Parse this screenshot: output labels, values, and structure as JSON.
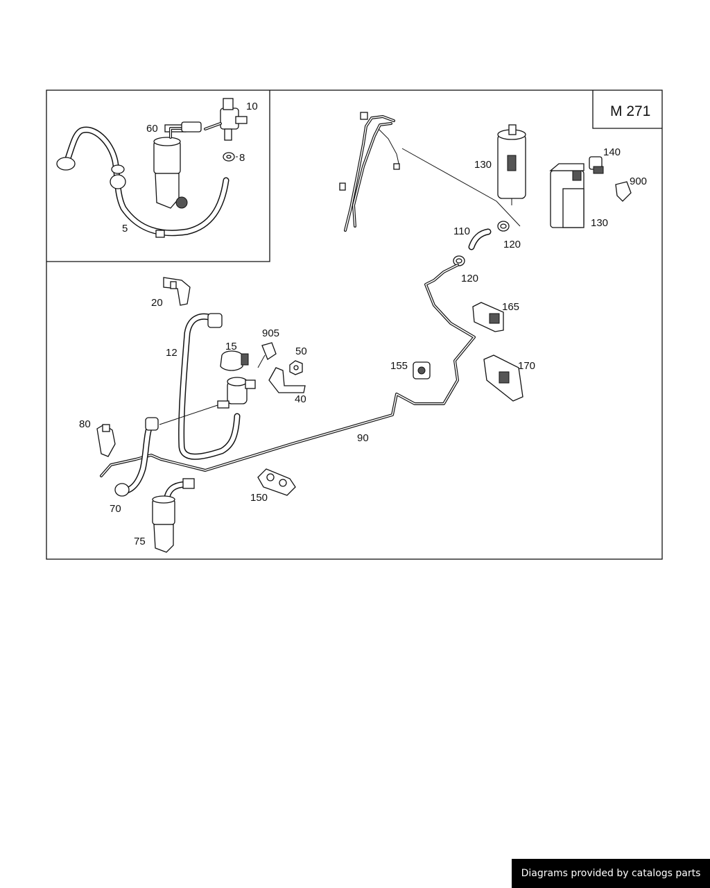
{
  "diagram": {
    "model_code": "M 271",
    "callouts": {
      "c5": "5",
      "c8": "8",
      "c10": "10",
      "c12": "12",
      "c15": "15",
      "c20": "20",
      "c40": "40",
      "c50": "50",
      "c60": "60",
      "c70": "70",
      "c75": "75",
      "c80": "80",
      "c90": "90",
      "c110": "110",
      "c120a": "120",
      "c120b": "120",
      "c130a": "130",
      "c130b": "130",
      "c140": "140",
      "c150": "150",
      "c155": "155",
      "c165": "165",
      "c170": "170",
      "c900": "900",
      "c905": "905"
    }
  },
  "footer": {
    "credit": "Diagrams provided by catalogs parts"
  }
}
